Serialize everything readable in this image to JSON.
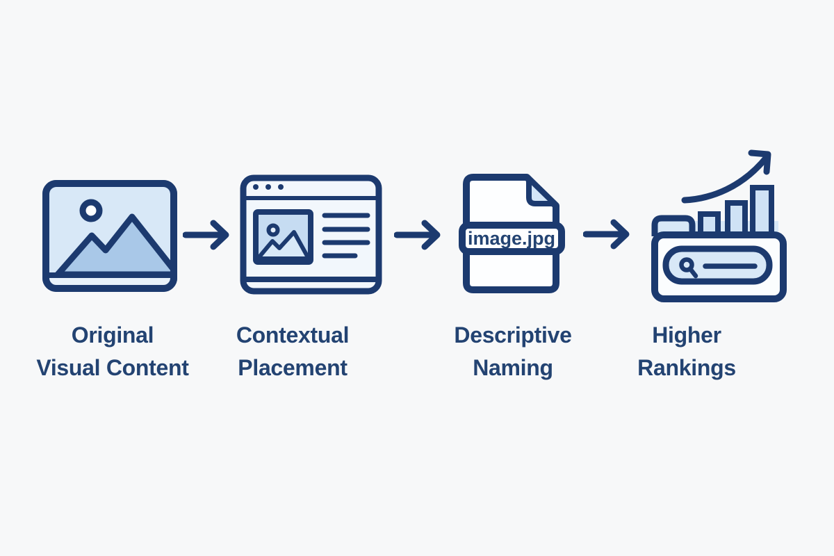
{
  "diagram": {
    "title": "",
    "connector_icon": "arrow-right-icon",
    "steps": [
      {
        "id": "original-visual-content",
        "icon": "image-icon",
        "label_line1": "Original",
        "label_line2": "Visual Content"
      },
      {
        "id": "contextual-placement",
        "icon": "browser-window-icon",
        "label_line1": "Contextual",
        "label_line2": "Placement"
      },
      {
        "id": "descriptive-naming",
        "icon": "file-document-icon",
        "file_name": "image.jpg",
        "label_line1": "Descriptive",
        "label_line2": "Naming"
      },
      {
        "id": "higher-rankings",
        "icon": "search-rankings-chart-icon",
        "label_line1": "Higher",
        "label_line2": "Rankings"
      }
    ],
    "colors": {
      "navy_outline": "#1c3a6f",
      "label_text": "#234372",
      "light_blue_fill": "#d8e8f7",
      "mid_blue_fill": "#a9c8e8",
      "pale_fill": "#f2f7fc",
      "background": "#f7f8f9"
    }
  }
}
